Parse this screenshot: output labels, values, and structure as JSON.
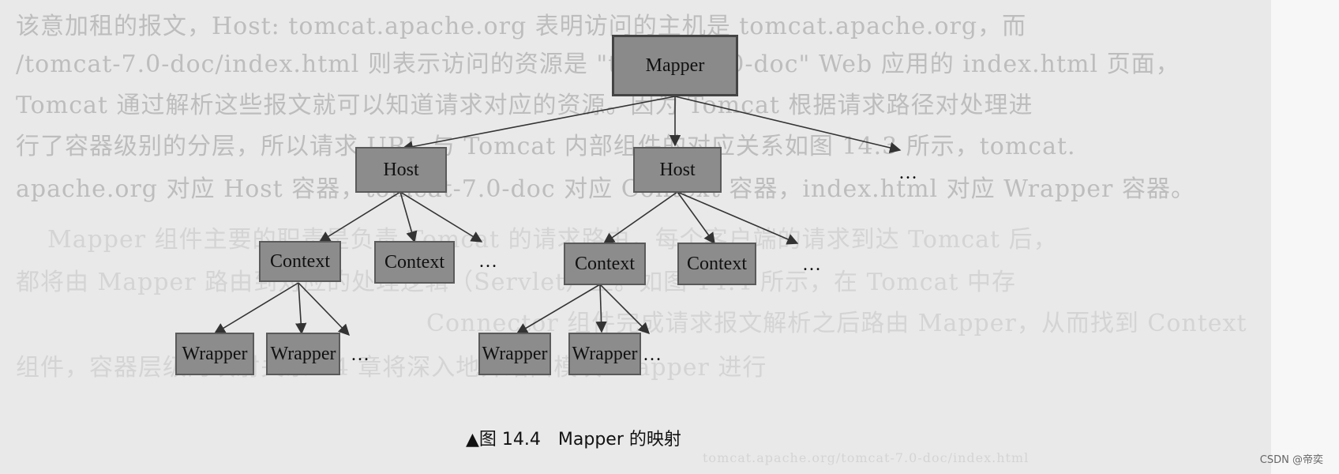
{
  "background_text": [
    "该意加租的报文，Host: tomcat.apache.org 表明访问的主机是 tomcat.apache.org，而",
    "/tomcat-7.0-doc/index.html 则表示访问的资源是 \"tomcat-7.0-doc\" Web 应用的 index.html 页面，",
    "Tomcat 通过解析这些报文就可以知道请求对应的资源。因为 Tomcat 根据请求路径对处理进",
    "行了容器级别的分层，所以请求 URL 与 Tomcat 内部组件的对应关系如图 14.3 所示，tomcat.",
    "apache.org 对应 Host 容器，tomcat-7.0-doc 对应 Context 容器，index.html 对应 Wrapper 容器。",
    "Mapper 组件主要的职责是负责 Tomcat 的请求路由，每个客户端的请求到达 Tomcat 后，",
    "都将由 Mapper 路由到对应的处理逻辑（Servlet）上。如图 14.4 所示，在 Tomcat 中存",
    "Connector 组件完成请求报文解析之后路由 Mapper，从而找到 Context",
    "组件，容器层级的映射关系 14 章将深入地介绍由模块 Mapper 进行"
  ],
  "diagram": {
    "root": "Mapper",
    "hosts": [
      "Host",
      "Host"
    ],
    "contexts": [
      "Context",
      "Context",
      "Context",
      "Context"
    ],
    "wrappers": [
      "Wrapper",
      "Wrapper",
      "Wrapper",
      "Wrapper"
    ],
    "ellipsis": "…",
    "ellipsis_wide": "…",
    "ellipsis_host": "…"
  },
  "caption": "▲图 14.4　Mapper 的映射",
  "footer_text": "tomcat.apache.org/tomcat-7.0-doc/index.html",
  "watermark": "CSDN @帝奕",
  "colors": {
    "node_fill": "#8c8c8c",
    "node_border": "#5a5a5a",
    "edge": "#333333"
  }
}
